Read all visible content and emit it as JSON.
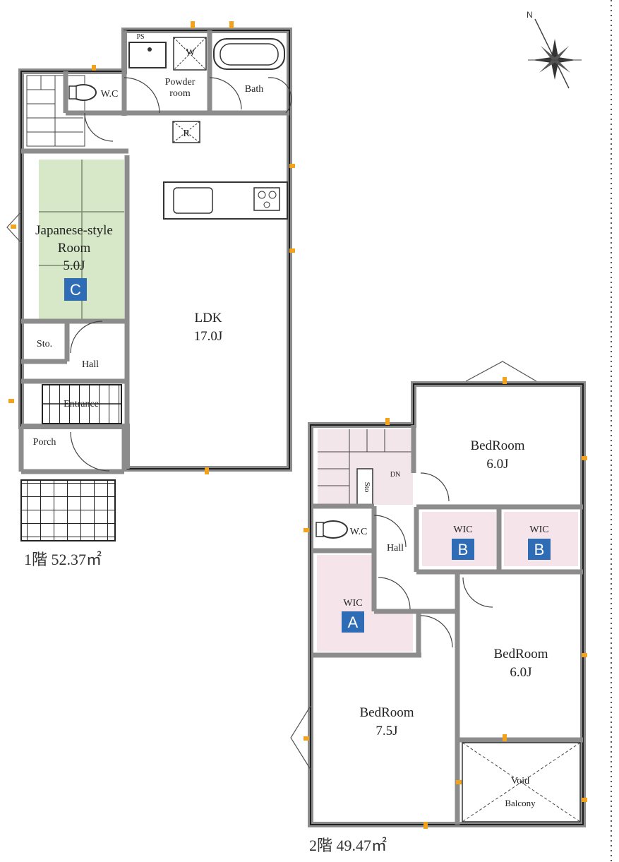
{
  "floor1": {
    "caption": "1階 52.37㎡",
    "rooms": {
      "ps": "PS",
      "w": "W",
      "powder": [
        "Powder",
        "room"
      ],
      "bath": "Bath",
      "wc": "W.C",
      "r": "R",
      "japanese": [
        "Japanese-style",
        "Room",
        "5.0J"
      ],
      "japanese_badge": "C",
      "ldk": [
        "LDK",
        "17.0J"
      ],
      "sto": "Sto.",
      "hall": "Hall",
      "entrance": "Entrance",
      "porch": "Porch"
    }
  },
  "floor2": {
    "caption": "2階 49.47㎡",
    "rooms": {
      "bed_ne": [
        "BedRoom",
        "6.0J"
      ],
      "sto": "Sto",
      "dn": "DN",
      "wc": "W.C",
      "hall": "Hall",
      "wic_b1": "WIC",
      "wic_b1_badge": "B",
      "wic_b2": "WIC",
      "wic_b2_badge": "B",
      "wic_a": "WIC",
      "wic_a_badge": "A",
      "bed_e": [
        "BedRoom",
        "6.0J"
      ],
      "bed_w": [
        "BedRoom",
        "7.5J"
      ],
      "void": "Void",
      "balcony": "Balcony"
    }
  },
  "colors": {
    "wall": "#8c8c8c",
    "tatami": "#d7e8c9",
    "wic_fill": "#f5e4ea",
    "stair_fill": "#f3e6ea",
    "badge": "#2e6cb5",
    "marker": "#f2a21b"
  },
  "icons": [
    "compass-icon"
  ]
}
